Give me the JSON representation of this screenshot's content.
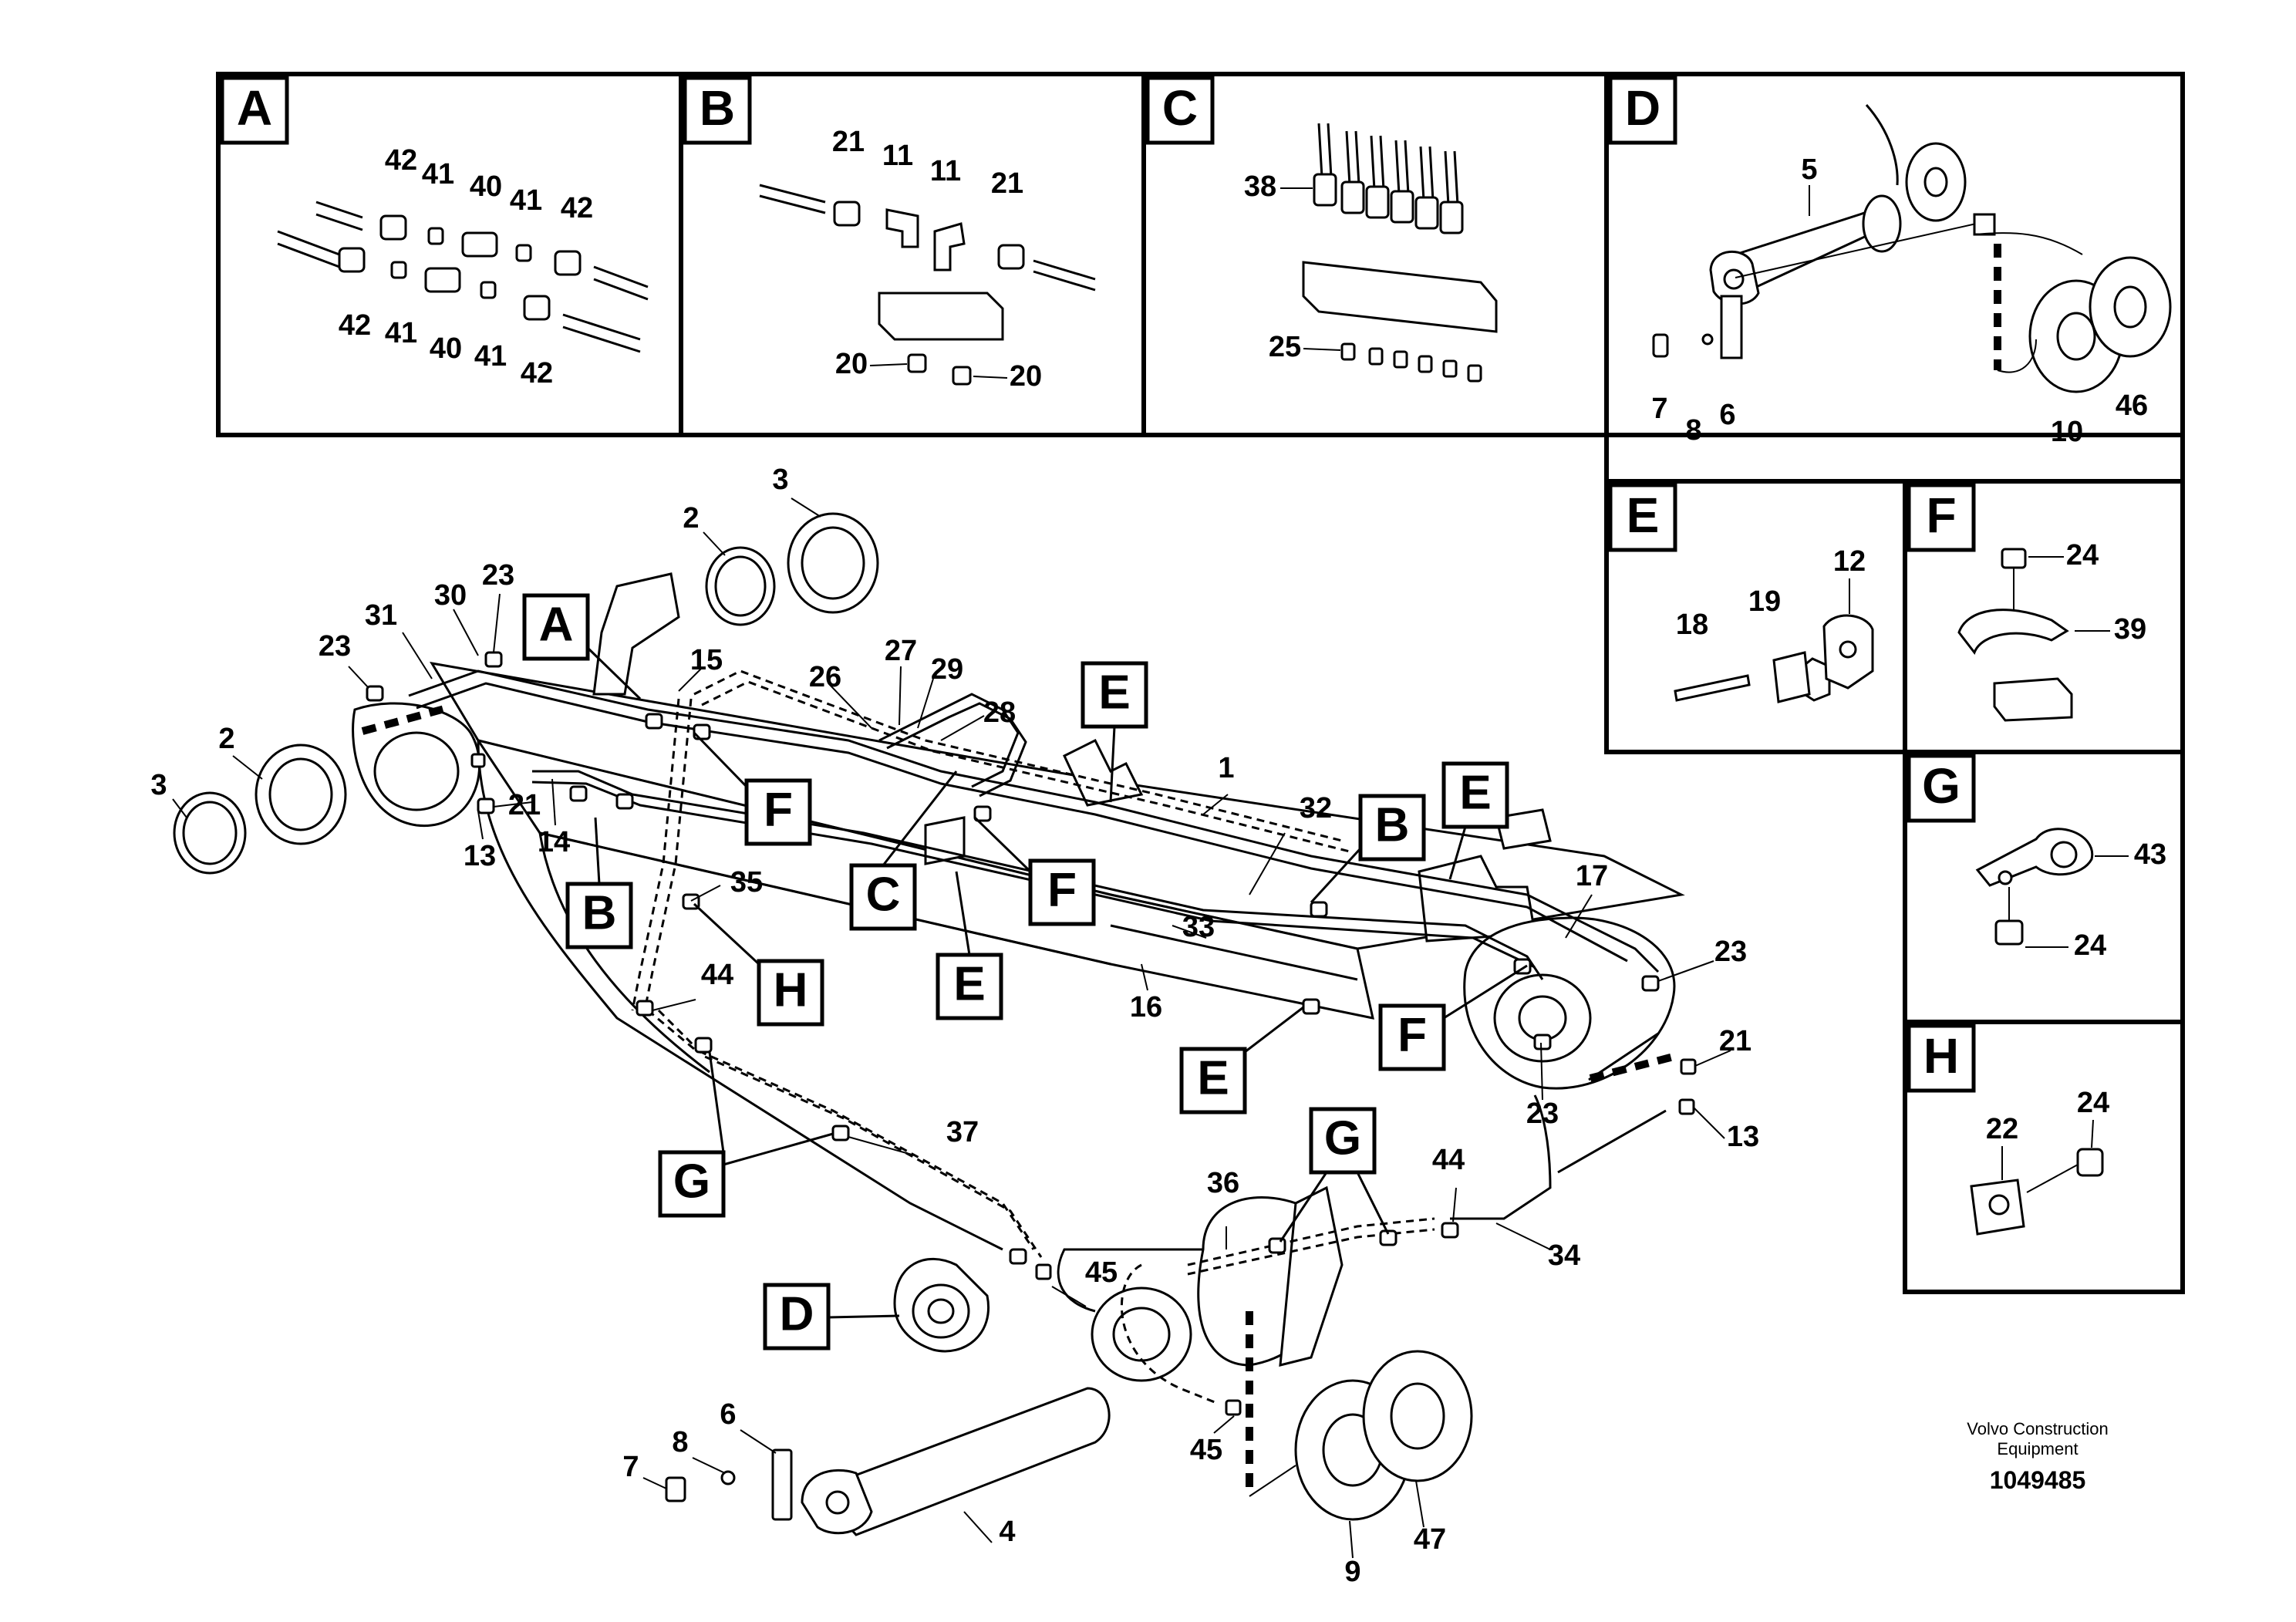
{
  "panels": [
    {
      "letter": "A",
      "callouts": [
        "42",
        "41",
        "40",
        "41",
        "42",
        "42",
        "41",
        "40",
        "41",
        "42"
      ]
    },
    {
      "letter": "B",
      "callouts": [
        "21",
        "11",
        "11",
        "21",
        "20",
        "20"
      ]
    },
    {
      "letter": "C",
      "callouts": [
        "38",
        "25"
      ]
    },
    {
      "letter": "D",
      "callouts": [
        "5",
        "7",
        "8",
        "6",
        "10",
        "46"
      ]
    },
    {
      "letter": "E",
      "callouts": [
        "12",
        "18",
        "19"
      ]
    },
    {
      "letter": "F",
      "callouts": [
        "24",
        "39"
      ]
    },
    {
      "letter": "G",
      "callouts": [
        "43",
        "24"
      ]
    },
    {
      "letter": "H",
      "callouts": [
        "24",
        "22"
      ]
    }
  ],
  "main": {
    "callouts": [
      "3",
      "2",
      "23",
      "30",
      "31",
      "23",
      "15",
      "26",
      "27",
      "29",
      "28",
      "1",
      "32",
      "17",
      "23",
      "21",
      "13",
      "23",
      "2",
      "3",
      "21",
      "14",
      "13",
      "35",
      "44",
      "37",
      "33",
      "16",
      "36",
      "44",
      "34",
      "45",
      "45",
      "4",
      "6",
      "8",
      "7",
      "9",
      "47"
    ],
    "letter_refs": [
      "A",
      "E",
      "E",
      "B",
      "F",
      "C",
      "F",
      "E",
      "B",
      "H",
      "F",
      "E",
      "G",
      "G",
      "D"
    ]
  },
  "footer": {
    "credit_line1": "Volvo Construction",
    "credit_line2": "Equipment",
    "doc_number": "1049485"
  }
}
